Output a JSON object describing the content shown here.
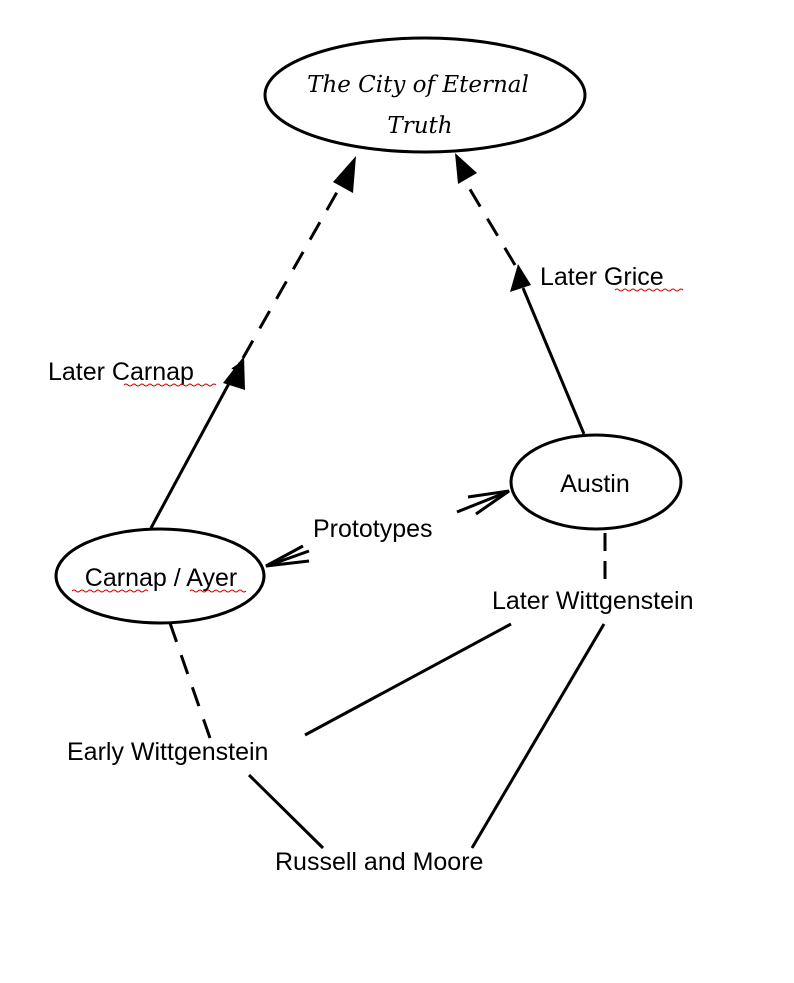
{
  "nodes": {
    "city": {
      "line1": "The City of Eternal",
      "line2": "Truth"
    },
    "austin": "Austin",
    "carnap_ayer": "Carnap / Ayer",
    "later_grice": "Later Grice",
    "later_carnap": "Later Carnap",
    "prototypes": "Prototypes",
    "later_wittgenstein": "Later Wittgenstein",
    "early_wittgenstein": "Early Wittgenstein",
    "russell_moore": "Russell and Moore"
  },
  "colors": {
    "ink": "#000000",
    "spellcheck_underline": "#cc0000",
    "background": "#ffffff"
  }
}
